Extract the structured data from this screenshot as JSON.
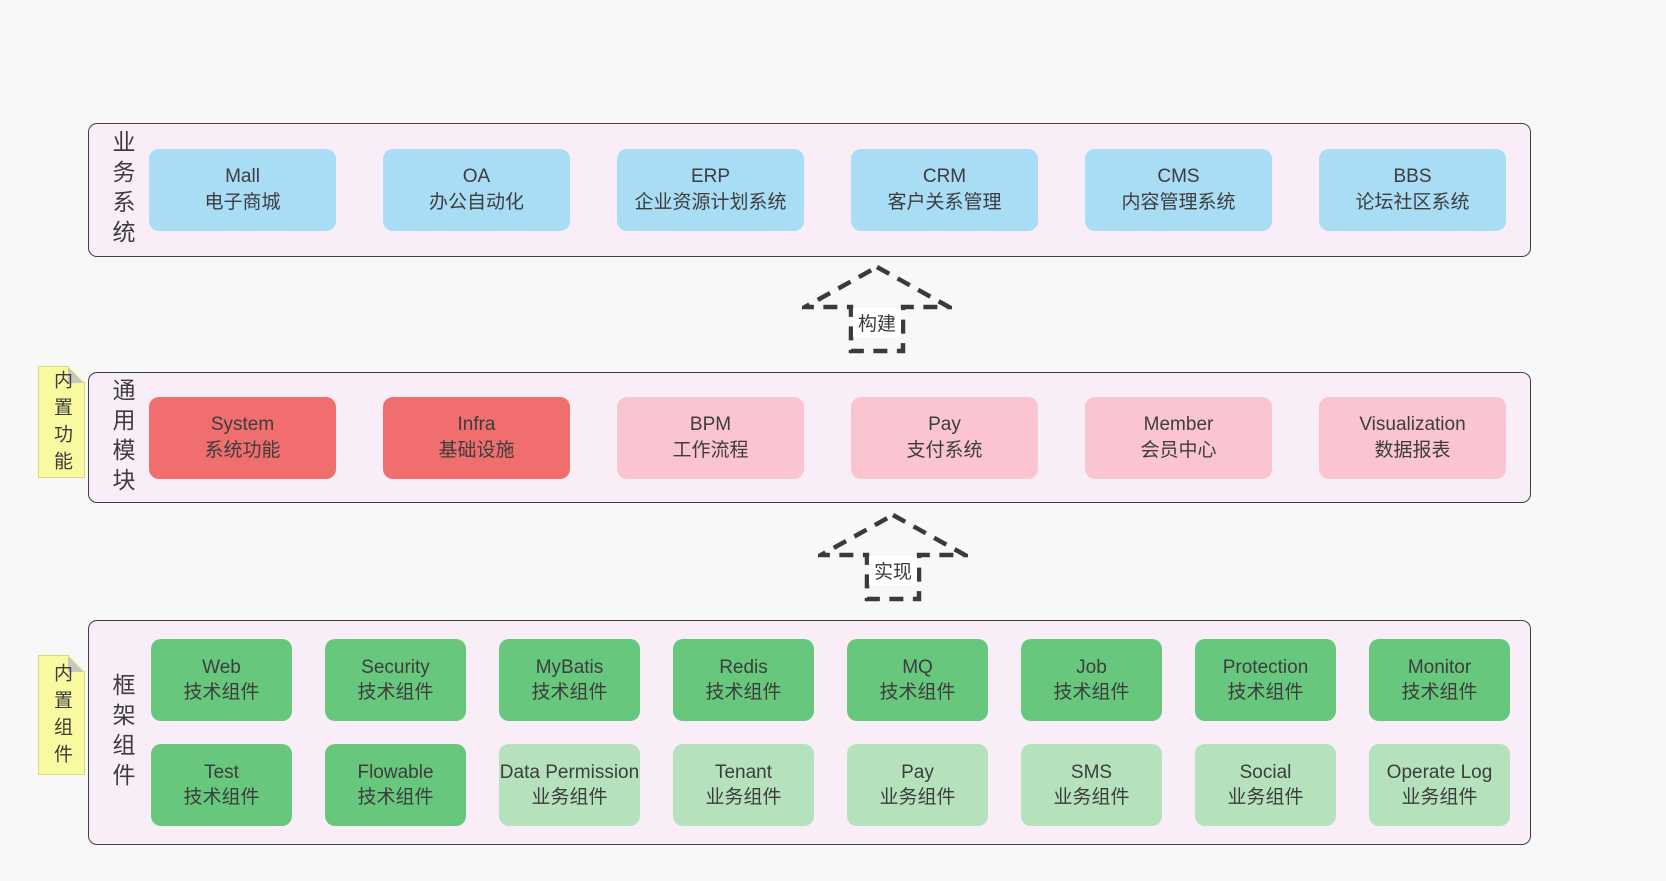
{
  "colors": {
    "page_bg": "#f8f8f8",
    "band_bg": "#f9eef7",
    "band_border": "#3f3f3f",
    "box_blue": "#a9dcf5",
    "box_red": "#f06e6e",
    "box_pink": "#fac5d0",
    "box_green_dark": "#67c87d",
    "box_green_light": "#b5e2bd",
    "sticky_yellow": "#f9f9a0",
    "text": "#3d3d3d"
  },
  "band_business": {
    "label": "业务系统",
    "boxes": [
      {
        "title": "Mall",
        "subtitle": "电子商城"
      },
      {
        "title": "OA",
        "subtitle": "办公自动化"
      },
      {
        "title": "ERP",
        "subtitle": "企业资源计划系统"
      },
      {
        "title": "CRM",
        "subtitle": "客户关系管理"
      },
      {
        "title": "CMS",
        "subtitle": "内容管理系统"
      },
      {
        "title": "BBS",
        "subtitle": "论坛社区系统"
      }
    ]
  },
  "arrow_build": {
    "label": "构建"
  },
  "band_modules": {
    "label": "通用模块",
    "sticky": "内置功能",
    "boxes": [
      {
        "title": "System",
        "subtitle": "系统功能"
      },
      {
        "title": "Infra",
        "subtitle": "基础设施"
      },
      {
        "title": "BPM",
        "subtitle": "工作流程"
      },
      {
        "title": "Pay",
        "subtitle": "支付系统"
      },
      {
        "title": "Member",
        "subtitle": "会员中心"
      },
      {
        "title": "Visualization",
        "subtitle": "数据报表"
      }
    ]
  },
  "arrow_implement": {
    "label": "实现"
  },
  "band_components": {
    "label": "框架组件",
    "sticky": "内置组件",
    "row1": [
      {
        "title": "Web",
        "subtitle": "技术组件"
      },
      {
        "title": "Security",
        "subtitle": "技术组件"
      },
      {
        "title": "MyBatis",
        "subtitle": "技术组件"
      },
      {
        "title": "Redis",
        "subtitle": "技术组件"
      },
      {
        "title": "MQ",
        "subtitle": "技术组件"
      },
      {
        "title": "Job",
        "subtitle": "技术组件"
      },
      {
        "title": "Protection",
        "subtitle": "技术组件"
      },
      {
        "title": "Monitor",
        "subtitle": "技术组件"
      }
    ],
    "row2": [
      {
        "title": "Test",
        "subtitle": "技术组件"
      },
      {
        "title": "Flowable",
        "subtitle": "技术组件"
      },
      {
        "title": "Data Permission",
        "subtitle": "业务组件"
      },
      {
        "title": "Tenant",
        "subtitle": "业务组件"
      },
      {
        "title": "Pay",
        "subtitle": "业务组件"
      },
      {
        "title": "SMS",
        "subtitle": "业务组件"
      },
      {
        "title": "Social",
        "subtitle": "业务组件"
      },
      {
        "title": "Operate Log",
        "subtitle": "业务组件"
      }
    ]
  }
}
